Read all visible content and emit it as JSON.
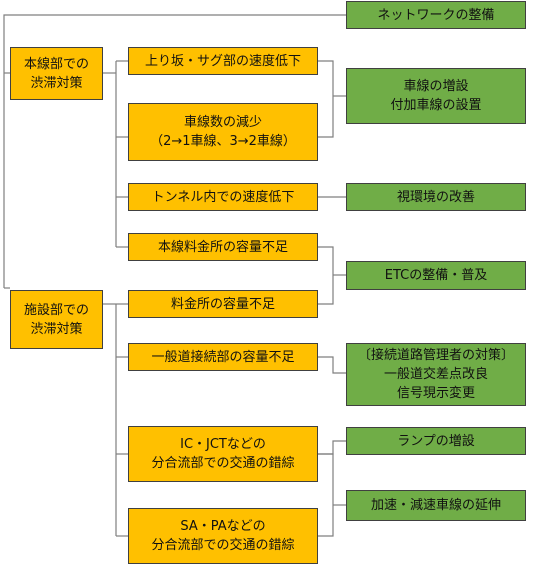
{
  "palette": {
    "cause_fill": "#ffc000",
    "measure_fill": "#70ad47",
    "border": "#404040",
    "connector": "#7f7f7f",
    "background": "#ffffff"
  },
  "diagram": {
    "categories": [
      {
        "id": "mainline",
        "label": "本線部での\n渋滞対策"
      },
      {
        "id": "facility",
        "label": "施設部での\n渋滞対策"
      }
    ],
    "causes": [
      {
        "id": "uphill-sag",
        "label": "上り坂・サグ部の速度低下"
      },
      {
        "id": "lane-reduction",
        "label": "車線数の減少\n（2→1車線、3→2車線）"
      },
      {
        "id": "tunnel",
        "label": "トンネル内での速度低下"
      },
      {
        "id": "mainline-toll",
        "label": "本線料金所の容量不足"
      },
      {
        "id": "tollgate",
        "label": "料金所の容量不足"
      },
      {
        "id": "general-road",
        "label": "一般道接続部の容量不足"
      },
      {
        "id": "ic-jct",
        "label": "IC・JCTなどの\n分合流部での交通の錯綜"
      },
      {
        "id": "sa-pa",
        "label": "SA・PAなどの\n分合流部での交通の錯綜"
      }
    ],
    "measures": [
      {
        "id": "network",
        "label": "ネットワークの整備"
      },
      {
        "id": "add-lanes",
        "label": "車線の増設\n付加車線の設置"
      },
      {
        "id": "visibility",
        "label": "視環境の改善"
      },
      {
        "id": "etc",
        "label": "ETCの整備・普及"
      },
      {
        "id": "road-admin",
        "label": "〔接続道路管理者の対策〕\n一般道交差点改良\n信号現示変更"
      },
      {
        "id": "ramp",
        "label": "ランプの増設"
      },
      {
        "id": "accel-decel",
        "label": "加速・減速車線の延伸"
      }
    ]
  }
}
